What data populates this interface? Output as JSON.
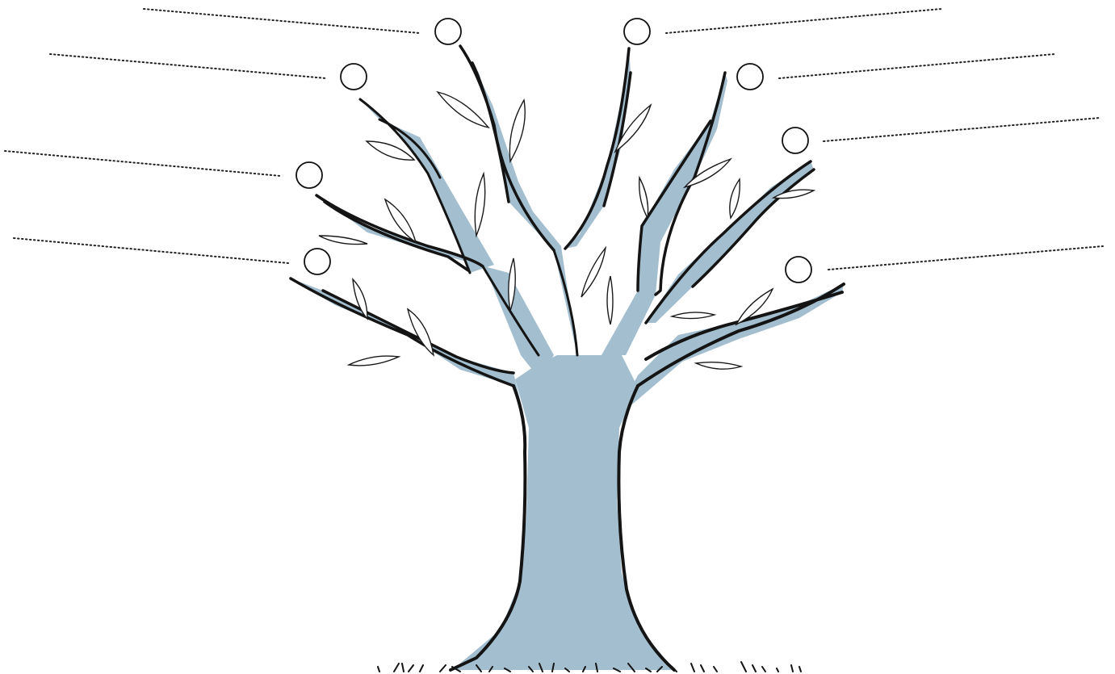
{
  "worksheet": {
    "colors": {
      "tree_fill": "#a3bfcf",
      "outline": "#141414",
      "paper": "#ffffff"
    },
    "labels": [
      {
        "id": "top-left",
        "text": ""
      },
      {
        "id": "top-right",
        "text": ""
      },
      {
        "id": "upper-left",
        "text": ""
      },
      {
        "id": "upper-right",
        "text": ""
      },
      {
        "id": "middle-left",
        "text": ""
      },
      {
        "id": "middle-right",
        "text": ""
      },
      {
        "id": "lower-left",
        "text": ""
      },
      {
        "id": "lower-right",
        "text": ""
      }
    ]
  }
}
